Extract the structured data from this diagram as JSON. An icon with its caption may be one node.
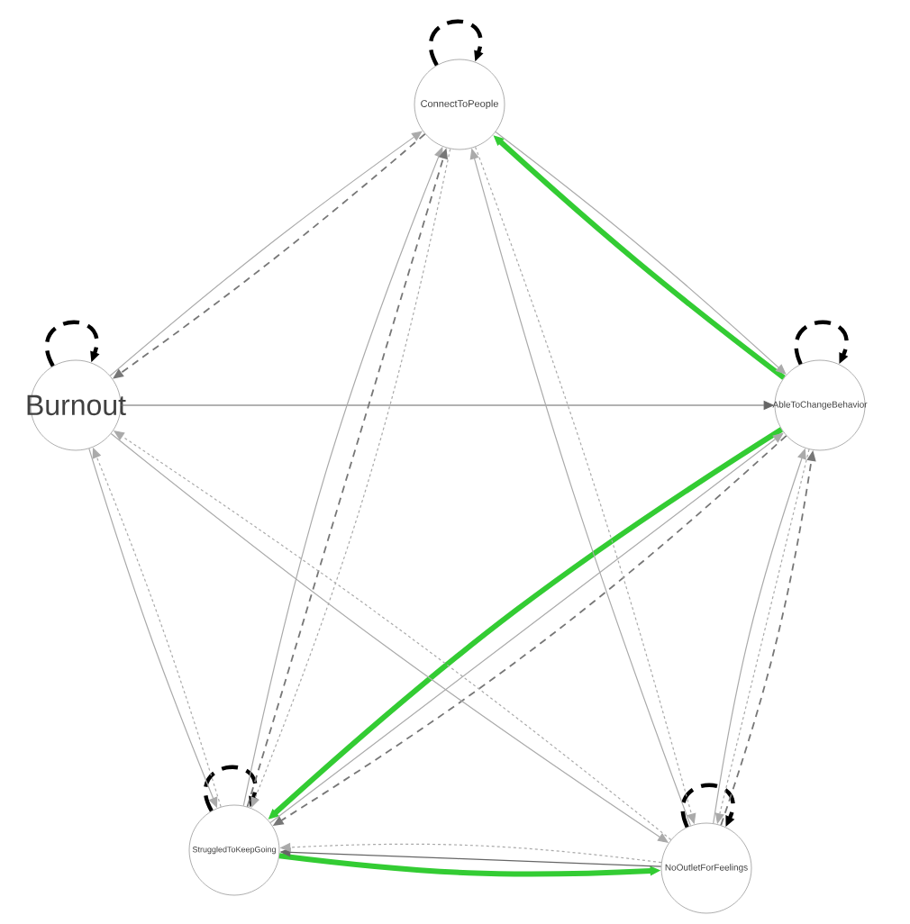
{
  "diagram": {
    "nodes": [
      {
        "text": [
          "ConnectToPeople"
        ]
      },
      {
        "text": [
          "Burnout"
        ]
      },
      {
        "text": [
          "AbleToChangeBehavior"
        ]
      },
      {
        "text": [
          "StruggledToKeepGoing"
        ]
      },
      {
        "text": [
          "NoOutletForFeelings"
        ]
      }
    ],
    "edges": [
      {
        "from": 0,
        "to": 0,
        "arrow": "to",
        "style": "dashed",
        "color": "#000000"
      },
      {
        "from": 1,
        "to": 1,
        "arrow": "to",
        "style": "dashed",
        "color": "#000000"
      },
      {
        "from": 2,
        "to": 2,
        "arrow": "to",
        "style": "dashed",
        "color": "#000000"
      },
      {
        "from": 3,
        "to": 3,
        "arrow": "to",
        "style": "dashed",
        "color": "#000000"
      },
      {
        "from": 4,
        "to": 4,
        "arrow": "to",
        "style": "dashed",
        "color": "#000000"
      },
      {
        "from": 1,
        "to": 0,
        "arrow": "to"
      },
      {
        "from": 0,
        "to": 1,
        "arrow": "to",
        "style": "dashed",
        "color": "#777777"
      },
      {
        "from": 1,
        "to": 2,
        "arrow": "to",
        "color": "#666666"
      },
      {
        "from": 2,
        "to": 0,
        "arrow": "to",
        "style": "thick",
        "color": "#33cc33"
      },
      {
        "from": 0,
        "to": 2,
        "arrow": "to"
      },
      {
        "from": 2,
        "to": 3,
        "arrow": "to",
        "style": "thick",
        "color": "#33cc33"
      },
      {
        "from": 3,
        "to": 2,
        "arrow": "to"
      },
      {
        "from": 2,
        "to": 3,
        "arrow": "to",
        "style": "dashed",
        "color": "#777777"
      },
      {
        "from": 3,
        "to": 4,
        "arrow": "to",
        "style": "thick",
        "color": "#33cc33"
      },
      {
        "from": 4,
        "to": 3,
        "arrow": "to",
        "color": "#666666"
      },
      {
        "from": 4,
        "to": 3,
        "arrow": "to",
        "style": "dashed",
        "color": "#aaaaaa"
      },
      {
        "from": 3,
        "to": 0,
        "arrow": "to"
      },
      {
        "from": 3,
        "to": 0,
        "arrow": "to",
        "style": "dashed",
        "color": "#777777"
      },
      {
        "from": 0,
        "to": 3,
        "arrow": "to",
        "style": "dashed",
        "color": "#aaaaaa"
      },
      {
        "from": 4,
        "to": 0,
        "arrow": "to"
      },
      {
        "from": 0,
        "to": 4,
        "arrow": "to",
        "style": "dashed",
        "color": "#aaaaaa"
      },
      {
        "from": 1,
        "to": 3,
        "arrow": "to"
      },
      {
        "from": 3,
        "to": 1,
        "arrow": "to",
        "style": "dashed",
        "color": "#aaaaaa"
      },
      {
        "from": 1,
        "to": 4,
        "arrow": "to"
      },
      {
        "from": 4,
        "to": 1,
        "arrow": "to",
        "style": "dashed",
        "color": "#aaaaaa"
      },
      {
        "from": 4,
        "to": 2,
        "arrow": "to"
      },
      {
        "from": 2,
        "to": 4,
        "arrow": "to",
        "style": "dashed",
        "color": "#aaaaaa"
      },
      {
        "from": 4,
        "to": 2,
        "arrow": "to",
        "style": "dashed",
        "color": "#777777"
      }
    ]
  }
}
